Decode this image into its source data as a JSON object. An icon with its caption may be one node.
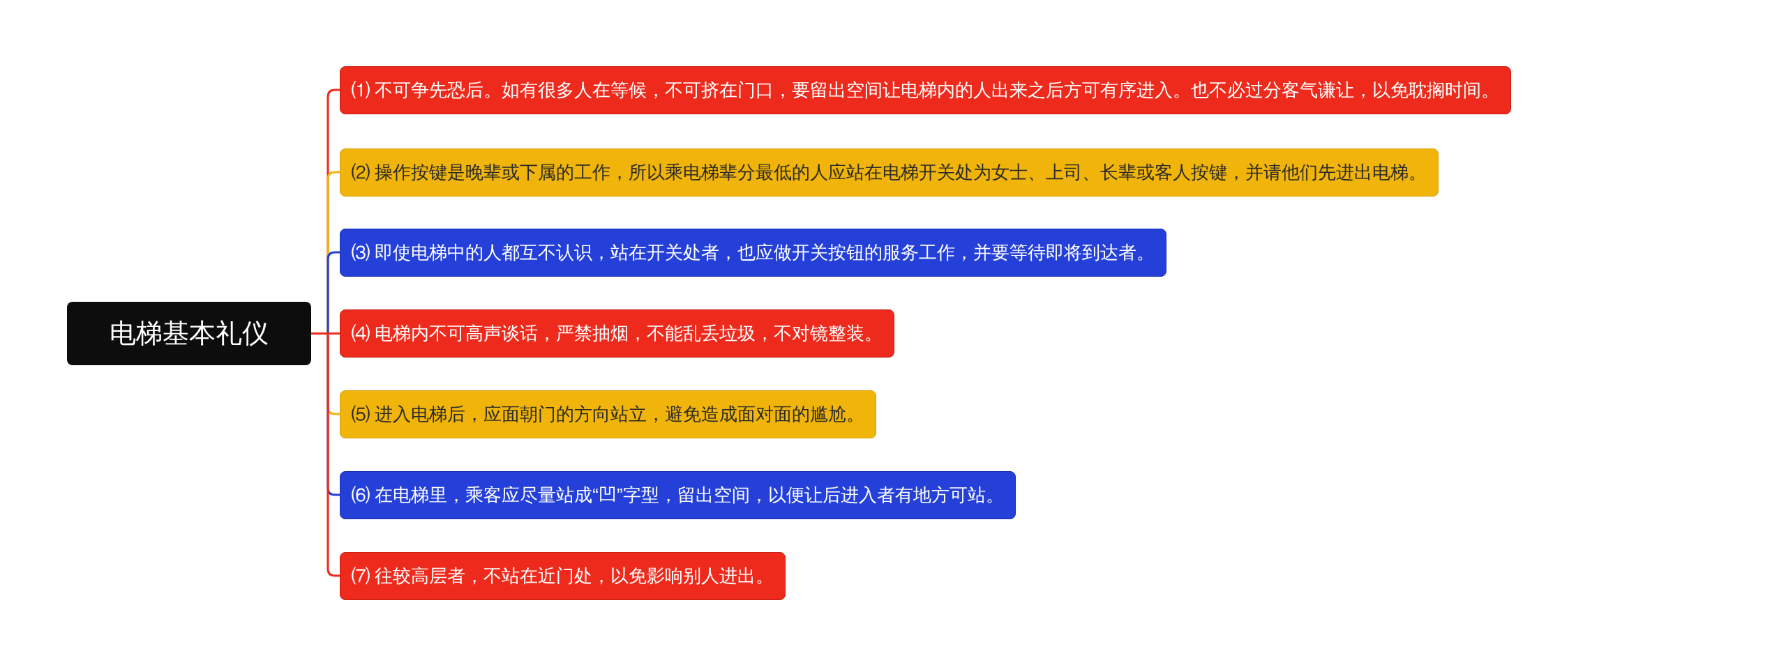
{
  "diagram": {
    "nodes": [
      {
        "text": [
          "电梯基本礼仪"
        ]
      },
      {
        "text": [
          "⑴ 不可争先恐后。如有很多人在等候，不可挤在门口，要留出空间让电梯内的人出来之后方可有序进入。也不必过分客气谦让，以免耽搁时间。"
        ]
      },
      {
        "text": [
          "⑵ 操作按键是晚辈或下属的工作，所以乘电梯辈分最低的人应站在电梯开关处为女士、上司、长辈或客人按键，并请他们先进出电梯。"
        ]
      },
      {
        "text": [
          "⑶ 即使电梯中的人都互不认识，站在开关处者，也应做开关按钮的服务工作，并要等待即将到达者。"
        ]
      },
      {
        "text": [
          "⑷ 电梯内不可高声谈话，严禁抽烟，不能乱丢垃圾，不对镜整装。"
        ]
      },
      {
        "text": [
          "⑸ 进入电梯后，应面朝门的方向站立，避免造成面对面的尴尬。"
        ]
      },
      {
        "text": [
          "⑹ 在电梯里，乘客应尽量站成“凹”字型，留出空间，以便让后进入者有地方可站。"
        ]
      },
      {
        "text": [
          "⑺ 往较高层者，不站在近门处，以免影响别人进出。"
        ]
      }
    ],
    "edges": [
      {
        "from": 0,
        "to": 1,
        "arrow": "none"
      },
      {
        "from": 0,
        "to": 2,
        "arrow": "none",
        "color": "#f0b40a"
      },
      {
        "from": 0,
        "to": 3,
        "arrow": "none",
        "color": "#2440d8"
      },
      {
        "from": 0,
        "to": 4,
        "arrow": "none"
      },
      {
        "from": 0,
        "to": 5,
        "arrow": "none",
        "color": "#f0b40a"
      },
      {
        "from": 0,
        "to": 6,
        "arrow": "none",
        "color": "#2440d8"
      },
      {
        "from": 0,
        "to": 7,
        "arrow": "none"
      }
    ]
  }
}
